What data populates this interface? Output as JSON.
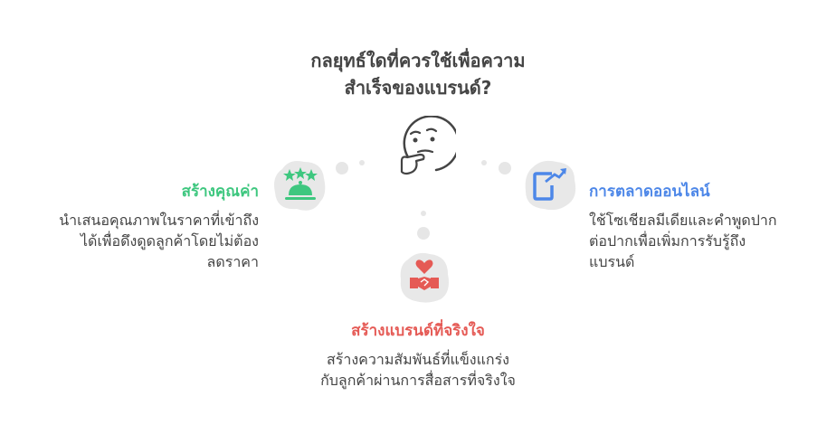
{
  "title": "กลยุทธ์ใดที่ควรใช้เพื่อความ\nสำเร็จของแบรนด์?",
  "colors": {
    "green": "#3ec77f",
    "blue": "#4d87e8",
    "red": "#e55a55",
    "text": "#444444",
    "bubble": "#e8e8e8"
  },
  "center_icon": "thinking-face-icon",
  "nodes": [
    {
      "heading": "สร้างคุณค่า",
      "description": "นำเสนอคุณภาพในราคาที่เข้าถึง\nได้เพื่อดึงดูดลูกค้าโดยไม่ต้อง\nลดราคา",
      "icon": "serving-dish-stars-icon"
    },
    {
      "heading": "การตลาดออนไลน์",
      "description": "ใช้โซเชียลมีเดียและคำพูดปาก\nต่อปากเพื่อเพิ่มการรับรู้ถึง\nแบรนด์",
      "icon": "phone-growth-icon"
    },
    {
      "heading": "สร้างแบรนด์ที่จริงใจ",
      "description": "สร้างความสัมพันธ์ที่แข็งแกร่ง\nกับลูกค้าผ่านการสื่อสารที่จริงใจ",
      "icon": "heart-handshake-icon"
    }
  ]
}
